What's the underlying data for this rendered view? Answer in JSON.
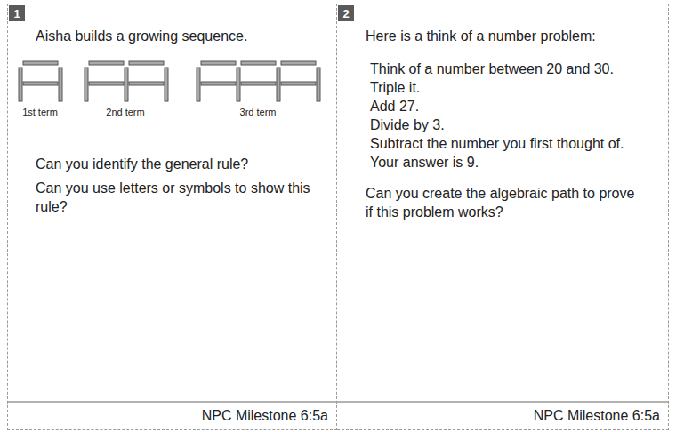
{
  "diagram": {
    "nodes": [
      {
        "text": [
          "Aisha builds a growing sequence.",
          "Can you identify the general rule?",
          "Can you use letters or symbols to show this rule?",
          "NPC Milestone 6:5a"
        ]
      },
      {
        "text": [
          "1"
        ],
        "in": 0
      },
      {
        "text": [
          "Here is a think of a number problem:",
          "Think of a number between 20 and 30.",
          "Triple it.",
          "Add 27.",
          "Divide by 3.",
          "Subtract the number you first thought of.",
          "Your answer is 9.",
          "Can you create the algebraic path to prove if this problem works?",
          "NPC Milestone 6:5a"
        ]
      },
      {
        "text": [
          "2"
        ],
        "in": 2
      }
    ],
    "labels": [
      "1st term",
      "2nd term",
      "3rd term"
    ]
  }
}
